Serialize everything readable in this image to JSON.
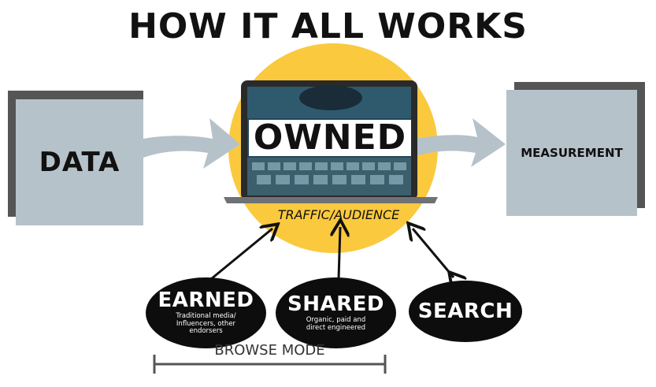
{
  "title": "HOW IT ALL WORKS",
  "nodes": {
    "data": "DATA",
    "measurement": "MEASUREMENT",
    "owned": "OWNED",
    "traffic": "TRAFFIC/AUDIENCE",
    "earned": {
      "title": "EARNED",
      "desc": "Traditional media/ Influencers, other endorsers"
    },
    "shared": {
      "title": "SHARED",
      "desc": "Organic, paid and direct engineered"
    },
    "search": {
      "title": "SEARCH"
    }
  },
  "browse_mode": "BROWSE MODE",
  "colors": {
    "circle": "#fac93e",
    "boxes": "#b6c2c9",
    "arrows": "#b6c2c9",
    "ovals": "#0d0d0d"
  }
}
